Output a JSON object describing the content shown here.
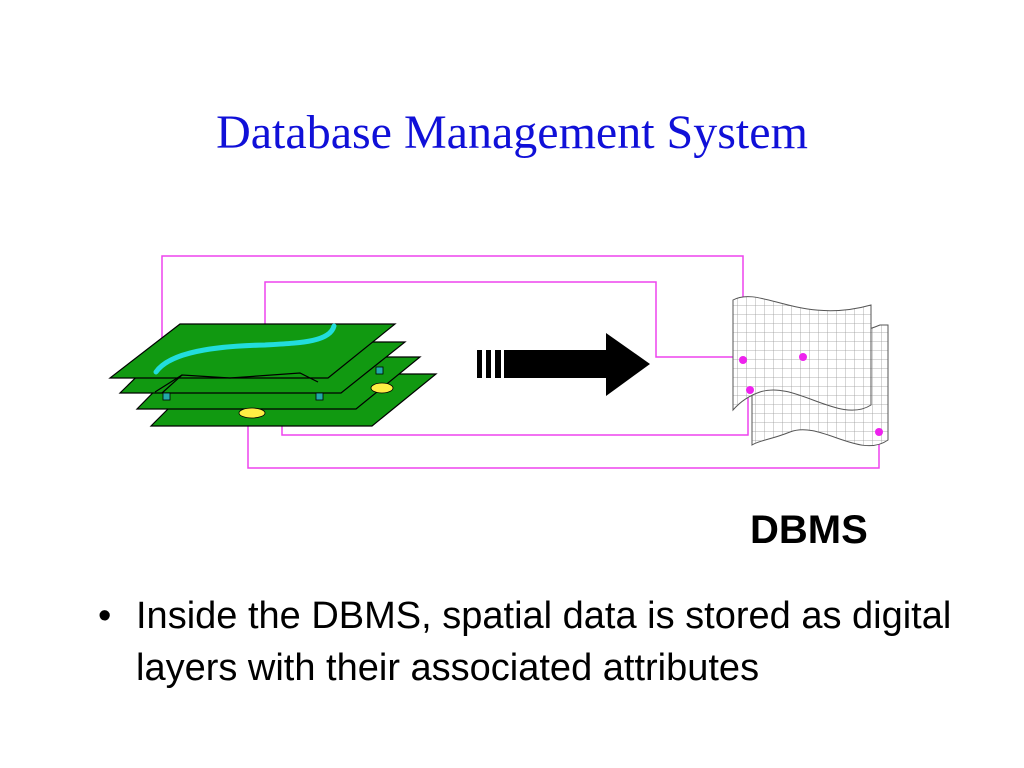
{
  "slide": {
    "title": "Database Management System",
    "diagram_label": "DBMS",
    "bullets": [
      {
        "symbol": "•",
        "text": "Inside the DBMS, spatial data is stored as digital layers with their associated attributes"
      }
    ]
  },
  "colors": {
    "title": "#1010d8",
    "layer_fill": "#119911",
    "connector": "#ee44ee",
    "stream": "#22dddd",
    "table_grid": "#999999"
  }
}
